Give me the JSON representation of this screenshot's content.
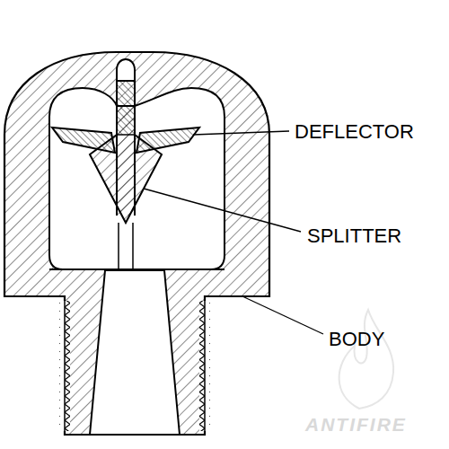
{
  "diagram": {
    "labels": [
      "DEFLECTOR",
      "SPLITTER",
      "BODY",
      "ANTIFIRE"
    ]
  }
}
